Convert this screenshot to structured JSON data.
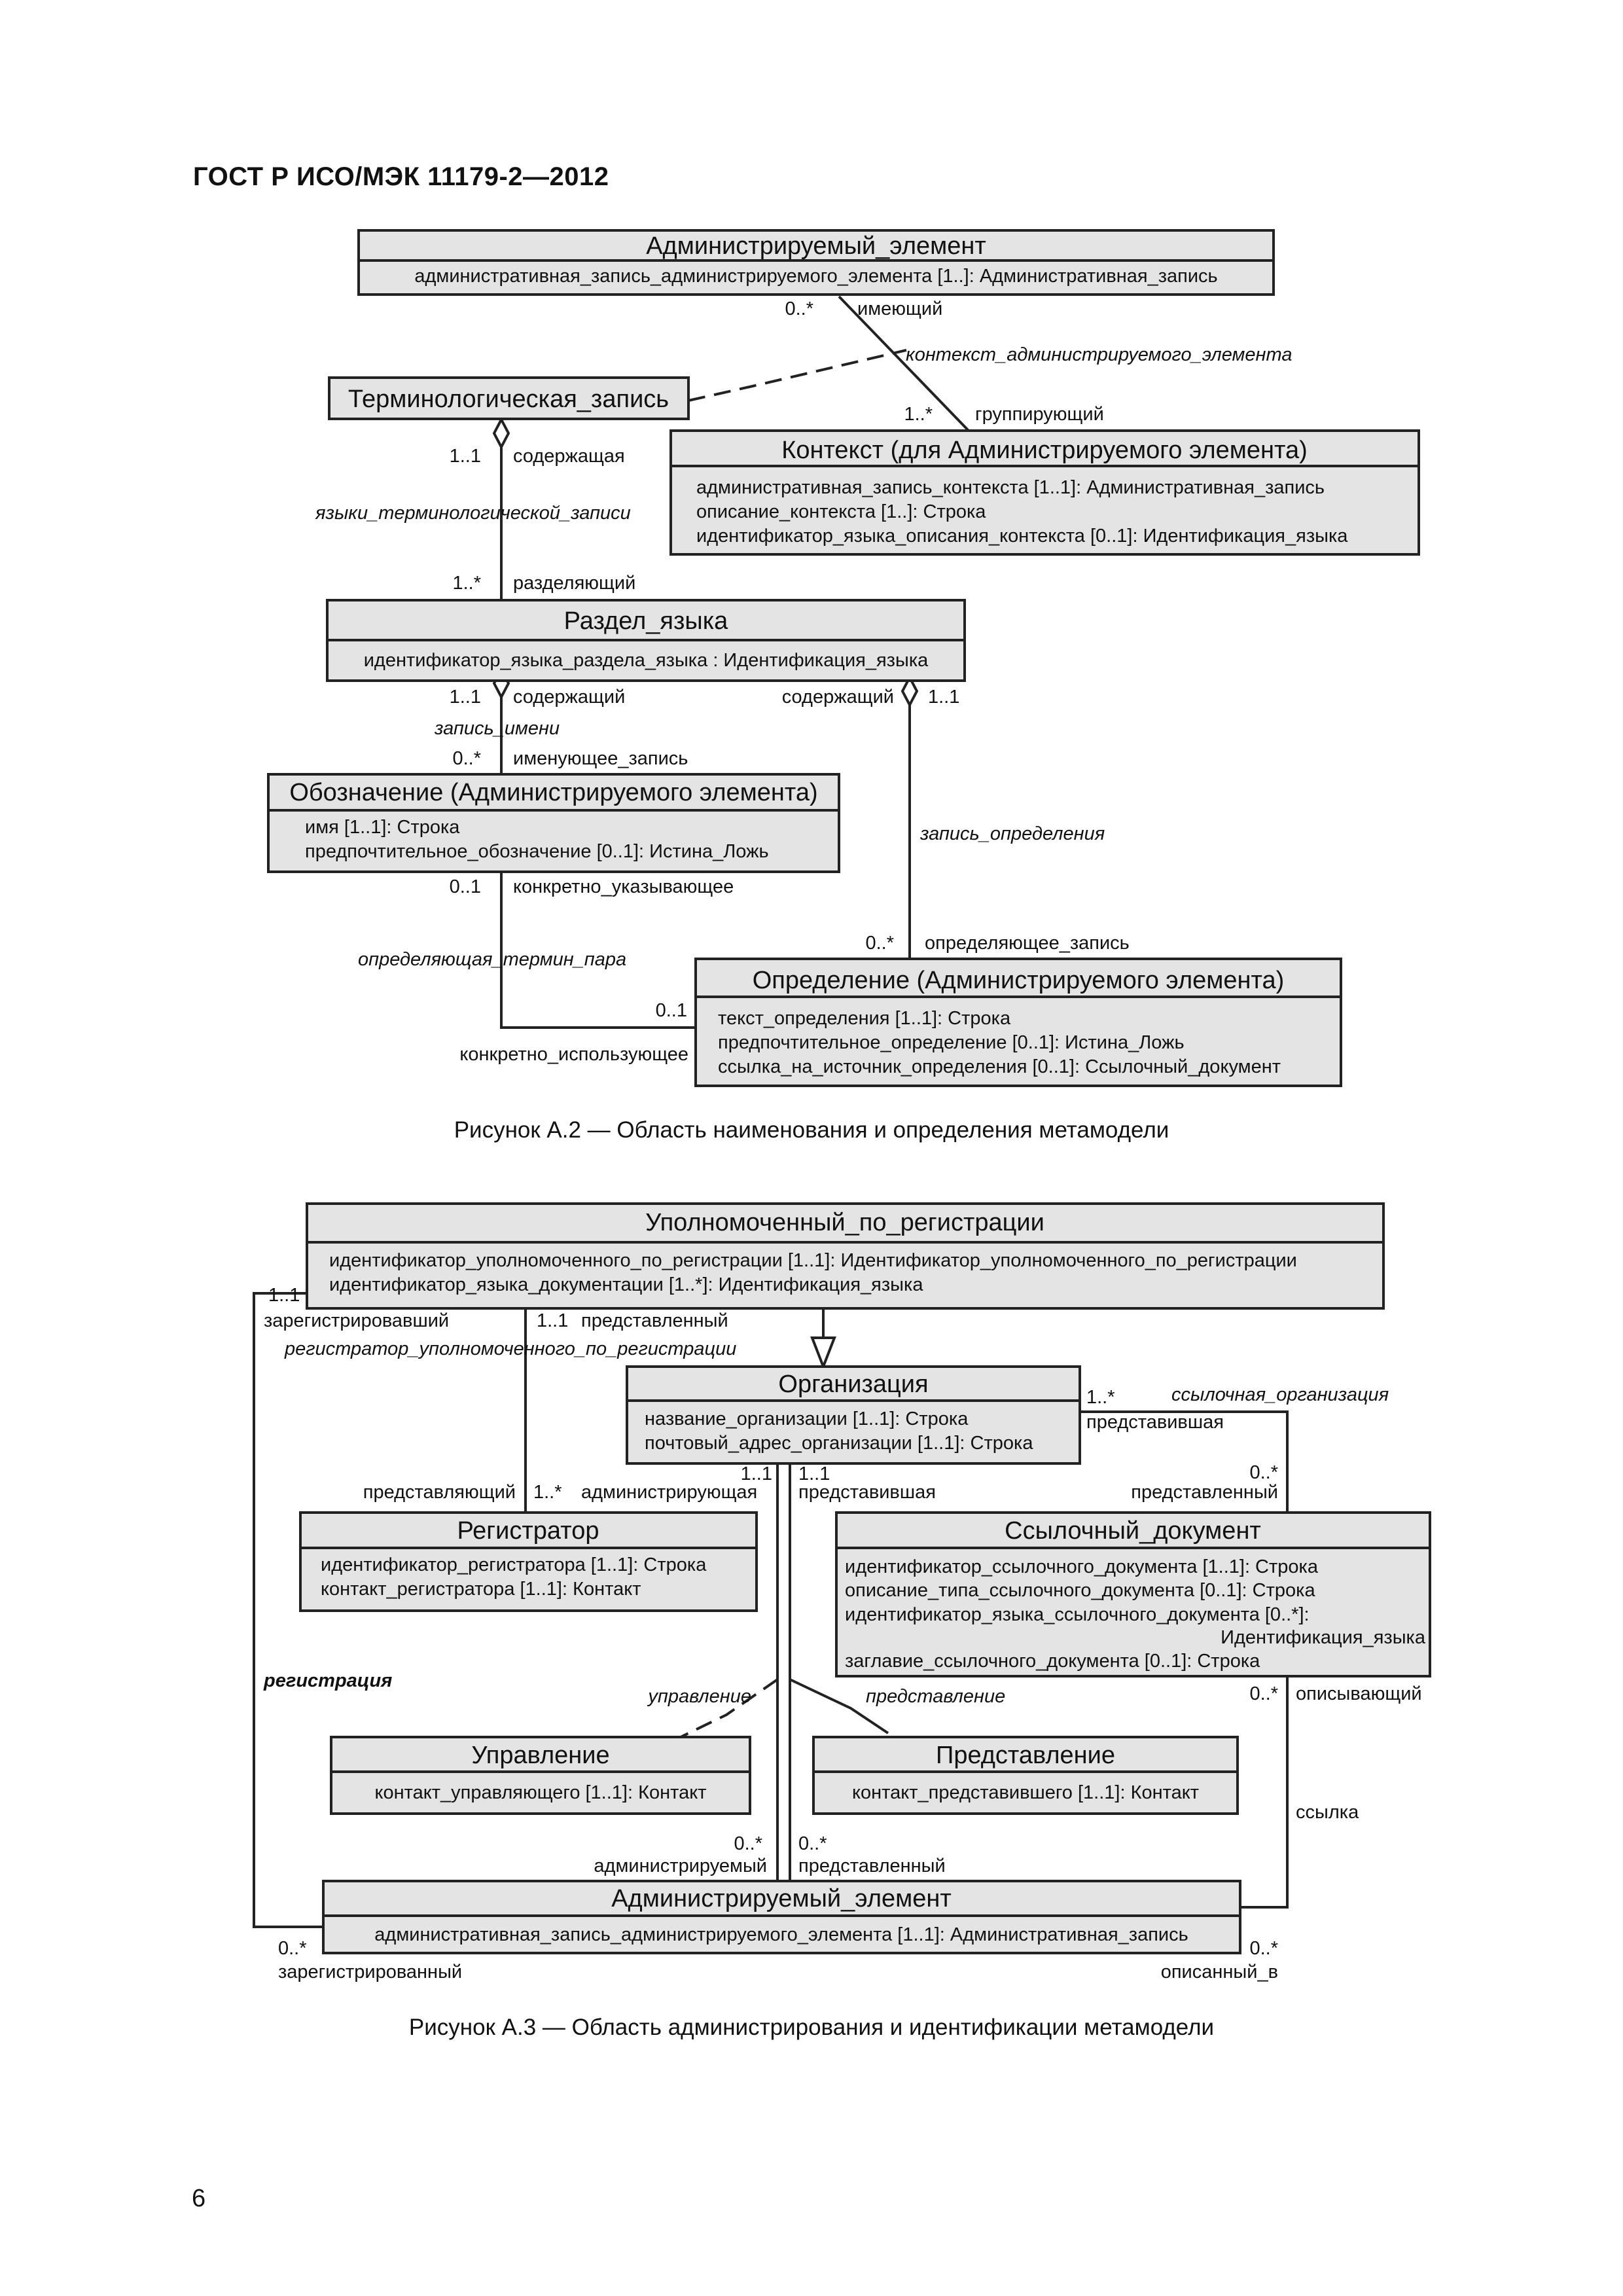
{
  "document": {
    "header": "ГОСТ Р ИСО/МЭК 11179-2—2012",
    "page_number": "6",
    "figure_a2_caption": "Рисунок А.2 — Область наименования и определения метамодели",
    "figure_a3_caption": "Рисунок А.3 — Область администрирования и идентификации метамодели"
  },
  "fig2": {
    "classes": {
      "admin_item": {
        "title": "Администрируемый_элемент",
        "attrs": [
          "административная_запись_администрируемого_элемента [1..]: Административная_запись"
        ]
      },
      "term_entry": {
        "title": "Терминологическая_запись",
        "attrs": []
      },
      "context": {
        "title": "Контекст (для Администрируемого элемента)",
        "attrs": [
          "административная_запись_контекста [1..1]: Административная_запись",
          "описание_контекста [1..]: Строка",
          "идентификатор_языка_описания_контекста [0..1]: Идентификация_языка"
        ]
      },
      "lang_section": {
        "title": "Раздел_языка",
        "attrs": [
          "идентификатор_языка_раздела_языка : Идентификация_языка"
        ]
      },
      "designation": {
        "title": "Обозначение (Администрируемого элемента)",
        "attrs": [
          "имя [1..1]: Строка",
          "предпочтительное_обозначение [0..1]: Истина_Ложь"
        ]
      },
      "definition": {
        "title": "Определение (Администрируемого элемента)",
        "attrs": [
          "текст_определения [1..1]: Строка",
          "предпочтительное_определение [0..1]: Истина_Ложь",
          "ссылка_на_источник_определения [0..1]: Ссылочный_документ"
        ]
      }
    },
    "labels": {
      "mult_0s_a": "0..*",
      "role_having": "имеющий",
      "assoc_context": "контекст_администрируемого_элемента",
      "mult_1s_a": "1..*",
      "role_grouping": "группирующий",
      "mult_11_a": "1..1",
      "role_containing_f": "содержащая",
      "assoc_languages": "языки_терминологической_записи",
      "mult_1s_b": "1..*",
      "role_separating": "разделяющий",
      "mult_11_b": "1..1",
      "role_containing_b": "содержащий",
      "assoc_name_entry": "запись_имени",
      "mult_0s_b": "0..*",
      "role_naming_entry": "именующее_запись",
      "role_containing_c": "содержащий",
      "mult_11_c": "1..1",
      "assoc_def_entry": "запись_определения",
      "mult_01_a": "0..1",
      "role_specifically_indicating": "конкретно_указывающее",
      "mult_0s_c": "0..*",
      "role_defining_entry": "определяющее_запись",
      "assoc_term_pair": "определяющая_термин_пара",
      "mult_01_b": "0..1",
      "role_specifically_using": "конкретно_использующее"
    }
  },
  "fig3": {
    "classes": {
      "reg_authority": {
        "title": "Уполномоченный_по_регистрации",
        "attrs": [
          "идентификатор_уполномоченного_по_регистрации [1..1]: Идентификатор_уполномоченного_по_регистрации",
          "идентификатор_языка_документации [1..*]: Идентификация_языка"
        ]
      },
      "organization": {
        "title": "Организация",
        "attrs": [
          "название_организации [1..1]: Строка",
          "почтовый_адрес_организации [1..1]: Строка"
        ]
      },
      "registrar": {
        "title": "Регистратор",
        "attrs": [
          "идентификатор_регистратора [1..1]: Строка",
          "контакт_регистратора [1..1]: Контакт"
        ]
      },
      "ref_document": {
        "title": "Ссылочный_документ",
        "attrs": [
          "идентификатор_ссылочного_документа [1..1]: Строка",
          "описание_типа_ссылочного_документа [0..1]: Строка",
          "идентификатор_языка_ссылочного_документа [0..*]:",
          "Идентификация_языка",
          "заглавие_ссылочного_документа [0..1]: Строка"
        ]
      },
      "stewardship": {
        "title": "Управление",
        "attrs": [
          "контакт_управляющего [1..1]: Контакт"
        ]
      },
      "submission": {
        "title": "Представление",
        "attrs": [
          "контакт_представившего [1..1]: Контакт"
        ]
      },
      "admin_item": {
        "title": "Администрируемый_элемент",
        "attrs": [
          "административная_запись_администрируемого_элемента [1..1]: Административная_запись"
        ]
      }
    },
    "labels": {
      "mult_11_a": "1..1",
      "role_registered_by": "зарегистрировавший",
      "mult_11_b": "1..1",
      "role_represented": "представленный",
      "assoc_registrar_of": "регистратор_уполномоченного_по_регистрации",
      "role_representing": "представляющий",
      "mult_1s_a": "1..*",
      "role_administering": "администрирующая",
      "mult_11_c": "1..1",
      "mult_11_d": "1..1",
      "role_submitting_a": "представившая",
      "mult_1s_b": "1..*",
      "assoc_ref_org": "ссылочная_организация",
      "role_submitting_b": "представившая",
      "mult_0s_a": "0..*",
      "role_provided": "представленный",
      "assoc_registration": "регистрация",
      "assoc_stewardship": "управление",
      "assoc_submission": "представление",
      "mult_0s_b": "0..*",
      "role_describing": "описывающий",
      "assoc_reference": "ссылка",
      "mult_0s_c": "0..*",
      "role_administered": "администрируемый",
      "mult_0s_d": "0..*",
      "role_submitted": "представленный",
      "mult_0s_e": "0..*",
      "role_registered": "зарегистрированный",
      "mult_0s_f": "0..*",
      "role_described_in": "описанный_в"
    }
  }
}
